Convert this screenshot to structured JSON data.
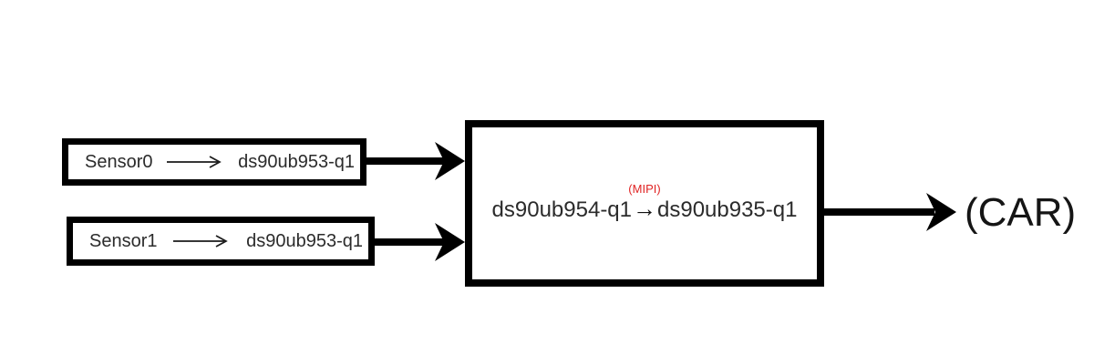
{
  "diagram": {
    "sensor_chains": [
      {
        "source": "Sensor0",
        "target": "ds90ub953-q1"
      },
      {
        "source": "Sensor1",
        "target": "ds90ub953-q1"
      }
    ],
    "deserializer_box": {
      "input": "ds90ub954-q1",
      "arrow": "→",
      "arrow_label": "(MIPI)",
      "output": "ds90ub935-q1"
    },
    "output_label": "(CAR)",
    "icons": {
      "sensor_link": "right-arrow-icon",
      "connectors": "thick-right-arrow"
    },
    "colors": {
      "stroke": "#000000",
      "text": "#2b2b2b",
      "arrow_label": "#e02424",
      "background": "#ffffff"
    }
  }
}
